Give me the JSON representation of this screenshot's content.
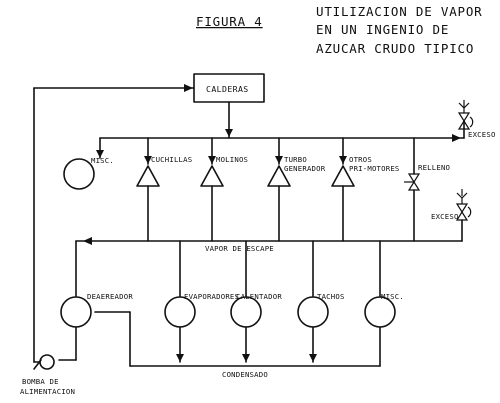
{
  "figure_label": "FIGURA 4",
  "title_lines": [
    "UTILIZACION DE VAPOR",
    "EN UN INGENIO DE",
    "AZUCAR CRUDO TIPICO"
  ],
  "nodes": {
    "calderas": "CALDERAS",
    "misc_top": "MISC.",
    "cuchillas": "CUCHILLAS",
    "molinos": "MOLINOS",
    "turbo_1": "TURBO",
    "turbo_2": "GENERADOR",
    "otros_1": "OTROS",
    "otros_2": "PRI-MOTORES",
    "relleno": "RELLENO",
    "exceso_top": "EXCESO",
    "exceso_mid": "EXCESO",
    "vapor_escape": "VAPOR DE ESCAPE",
    "deaereador": "DEAEREADOR",
    "evaporadores": "EVAPORADORES",
    "calentador": "CALENTADOR",
    "tachos": "TACHOS",
    "misc_bottom": "MISC.",
    "condensado": "CONDENSADO",
    "bomba_1": "BOMBA DE",
    "bomba_2": "ALIMENTACION"
  }
}
